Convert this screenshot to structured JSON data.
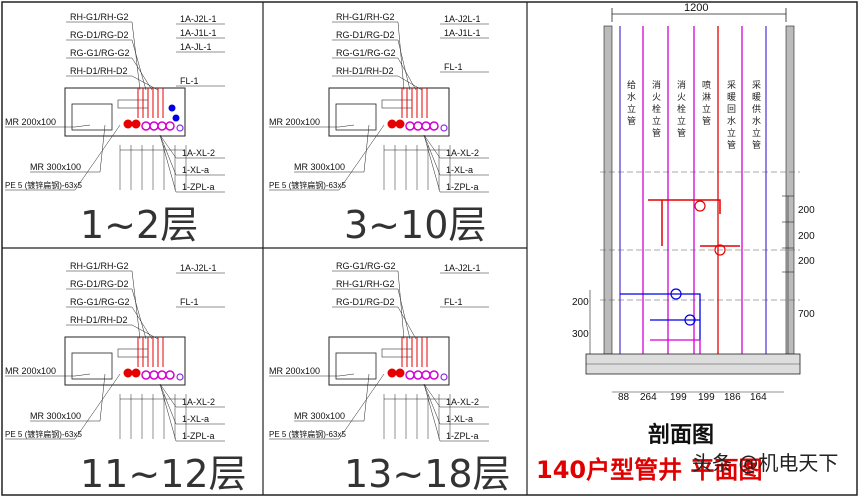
{
  "panels": [
    {
      "floor_label": "1~2层",
      "pipe_labels": [
        "RH-G1/RH-G2",
        "RG-D1/RG-D2",
        "RG-G1/RG-G2",
        "RH-D1/RH-D2"
      ],
      "right_labels": [
        "1A-J2L-1",
        "1A-J1L-1",
        "1A-JL-1",
        "FL-1"
      ],
      "bottom_labels": [
        "1A-XL-2",
        "1-XL-a",
        "1-ZPL-a"
      ],
      "left_labels": [
        "MR 200x100",
        "MR 300x100",
        "PE 5 (镀锌扁钢)-63x5"
      ]
    },
    {
      "floor_label": "3~10层",
      "pipe_labels": [
        "RH-G1/RH-G2",
        "RG-D1/RG-D2",
        "RG-G1/RG-G2",
        "RH-D1/RH-D2"
      ],
      "right_labels": [
        "1A-J2L-1",
        "1A-J1L-1",
        "FL-1"
      ],
      "bottom_labels": [
        "1A-XL-2",
        "1-XL-a",
        "1-ZPL-a"
      ],
      "left_labels": [
        "MR 200x100",
        "MR 300x100",
        "PE 5 (镀锌扁钢)-63x5"
      ]
    },
    {
      "floor_label": "11~12层",
      "pipe_labels": [
        "RH-G1/RH-G2",
        "RG-D1/RG-D2",
        "RG-G1/RG-G2",
        "RH-D1/RH-D2"
      ],
      "right_labels": [
        "1A-J2L-1",
        "FL-1"
      ],
      "bottom_labels": [
        "1A-XL-2",
        "1-XL-a",
        "1-ZPL-a"
      ],
      "left_labels": [
        "MR 200x100",
        "MR 300x100",
        "PE 5 (镀锌扁钢)-63x5"
      ]
    },
    {
      "floor_label": "13~18层",
      "pipe_labels": [
        "RG-G1/RG-G2",
        "RH-G1/RH-G2",
        "RG-D1/RG-D2"
      ],
      "right_labels": [
        "1A-J2L-1",
        "FL-1"
      ],
      "bottom_labels": [
        "1A-XL-2",
        "1-XL-a",
        "1-ZPL-a"
      ],
      "left_labels": [
        "MR 200x100",
        "MR 300x100",
        "PE 5 (镀锌扁钢)-63x5"
      ]
    }
  ],
  "section": {
    "top_dim": "1200",
    "vertical_dims": [
      "200",
      "200",
      "200",
      "700"
    ],
    "left_dims": [
      "200",
      "300"
    ],
    "bottom_dims": [
      "88",
      "264",
      "199",
      "199",
      "186",
      "164"
    ],
    "pipe_names": [
      "给水立管",
      "消火栓立管",
      "消火栓立管",
      "喷淋立管",
      "采暖回水立管",
      "采暖供水立管"
    ]
  },
  "caption": "剖面图",
  "title": "140户型管井 平面图",
  "watermark": "头条 @机电天下",
  "colors": {
    "red": "#e60000",
    "magenta": "#d400d4",
    "blue": "#0000e6",
    "violet": "#8a2be2"
  }
}
